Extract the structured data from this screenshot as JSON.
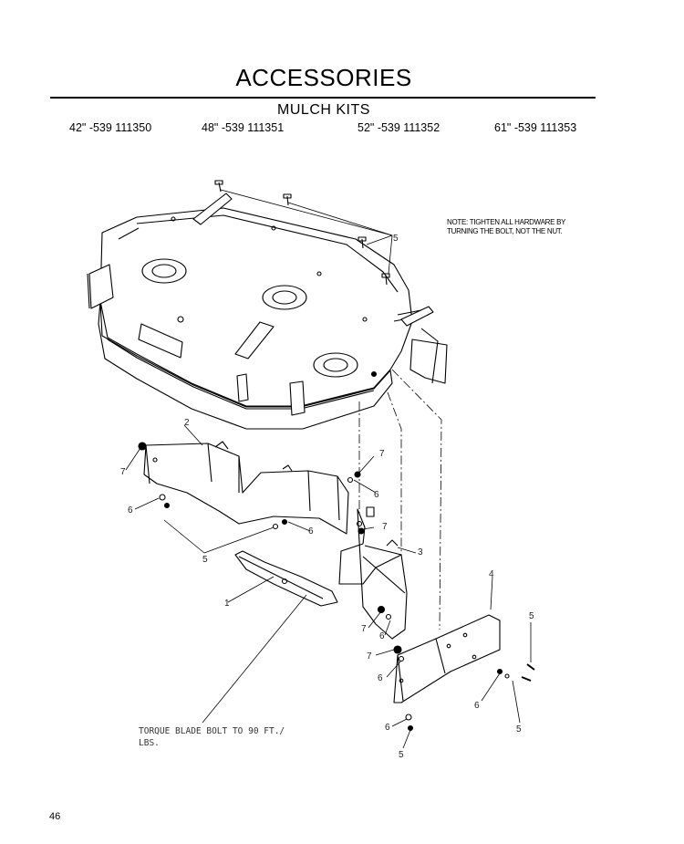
{
  "page": {
    "title": "ACCESSORIES",
    "subtitle": "MULCH KITS",
    "page_number": "46"
  },
  "kits": [
    {
      "label": "42\" -539 111350"
    },
    {
      "label": "48\" -539 111351"
    },
    {
      "label": "52\" -539 111352"
    },
    {
      "label": "61\" -539 111353"
    }
  ],
  "notes": {
    "hardware_line1": "NOTE: TIGHTEN ALL HARDWARE BY",
    "hardware_line2": "TURNING THE BOLT, NOT THE NUT.",
    "torque_line1": "TORQUE BLADE BOLT TO 90 FT./",
    "torque_line2": "LBS."
  },
  "callouts": {
    "c1": "1",
    "c2": "2",
    "c3": "3",
    "c4": "4",
    "c5": "5",
    "c6": "6",
    "c7": "7"
  }
}
